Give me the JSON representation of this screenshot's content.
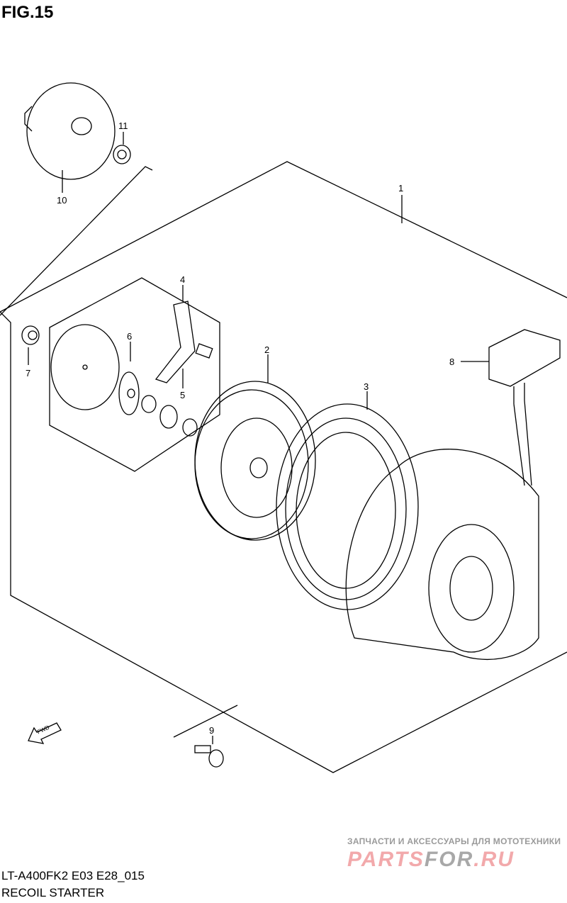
{
  "figure": {
    "title": "FIG.15"
  },
  "callouts": [
    "1",
    "2",
    "3",
    "4",
    "5",
    "6",
    "7",
    "8",
    "9",
    "10",
    "11"
  ],
  "footer": {
    "model_code": "LT-A400FK2 E03 E28_015",
    "section_title": "RECOIL STARTER"
  },
  "direction_marker": "FWD",
  "watermark": {
    "tagline": "ЗАПЧАСТИ И АКСЕССУАРЫ ДЛЯ МОТОТЕХНИКИ",
    "brand_part1": "PARTS",
    "brand_part2": "FOR",
    "brand_part3": ".RU"
  }
}
